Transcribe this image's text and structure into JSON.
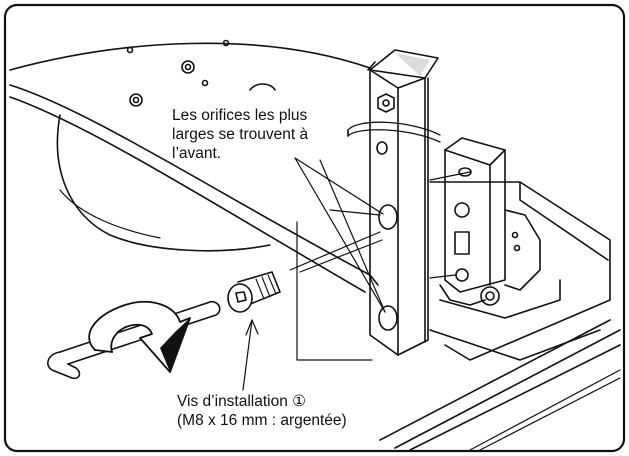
{
  "callouts": {
    "holes": {
      "lines": [
        "Les orifices les plus",
        "larges se trouvent à",
        "l’avant."
      ]
    },
    "screw": {
      "lines": [
        "Vis d’installation ①",
        "(M8 x 16 mm : argentée)"
      ]
    }
  },
  "colors": {
    "line": "#111111",
    "background": "#ffffff"
  },
  "icons": [
    "hex-key-icon",
    "rotation-arrow-icon",
    "socket-screw-icon"
  ]
}
